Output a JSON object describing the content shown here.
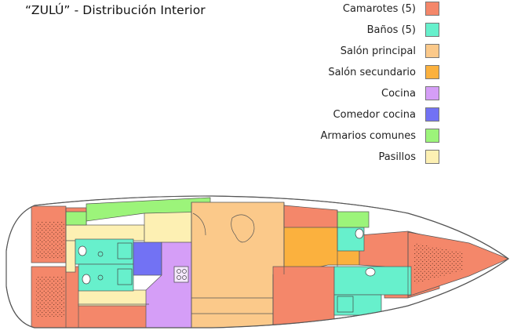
{
  "title": "“ZULÚ” - Distribución Interior",
  "legend": [
    {
      "label": "Camarotes (5)",
      "color": "#f4876a"
    },
    {
      "label": "Baños (5)",
      "color": "#67f0cc"
    },
    {
      "label": "Salón principal",
      "color": "#fbc98a"
    },
    {
      "label": "Salón secundario",
      "color": "#fbb13e"
    },
    {
      "label": "Cocina",
      "color": "#d59ef7"
    },
    {
      "label": "Comedor cocina",
      "color": "#7272f4"
    },
    {
      "label": "Armarios comunes",
      "color": "#9cf47a"
    },
    {
      "label": "Pasillos",
      "color": "#fdf0b3"
    }
  ]
}
